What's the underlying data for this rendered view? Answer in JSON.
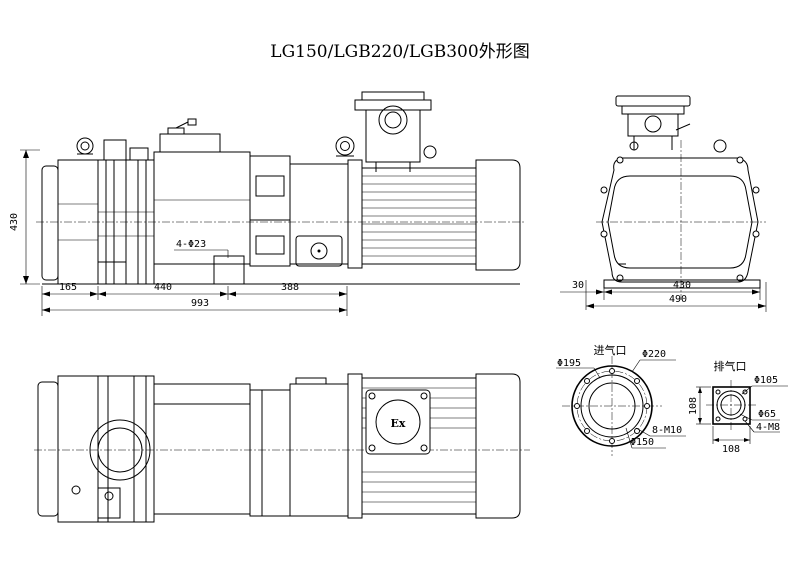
{
  "title": "LG150/LGB220/LGB300外形图",
  "front_view": {
    "height_label": "430",
    "hole_label": "4-Φ23",
    "dims": {
      "d1": "165",
      "d2": "440",
      "d3": "388",
      "total": "993"
    }
  },
  "side_view": {
    "dims": {
      "d1": "30",
      "d2": "430",
      "total": "490"
    }
  },
  "top_view": {
    "ex_mark": "Ex"
  },
  "inlet": {
    "title": "进气口",
    "d_outer": "Φ195",
    "d_flange": "Φ220",
    "bolts": "8-M10",
    "d_inner": "Φ150"
  },
  "outlet": {
    "title": "排气口",
    "d_flange": "Φ105",
    "d_inner": "Φ65",
    "bolts": "4-M8",
    "side_v": "108",
    "side_h": "108"
  }
}
